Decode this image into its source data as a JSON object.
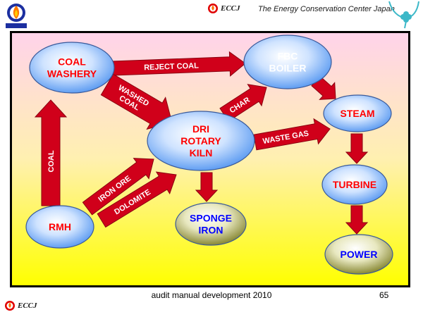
{
  "header": {
    "org_name": "The Energy Conservation Center Japan",
    "logo_text": "ECCJ"
  },
  "footer": {
    "text": "audit manual development 2010",
    "page_number": "65",
    "logo_text": "ECCJ"
  },
  "nodes": [
    {
      "id": "coal-washery",
      "lines": [
        "COAL",
        "WASHERY"
      ],
      "fill": "blue",
      "text_color": "#ff0000"
    },
    {
      "id": "fbc-boiler",
      "lines": [
        "FBC",
        "BOILER"
      ],
      "fill": "blue",
      "text_color": "#ffffff"
    },
    {
      "id": "steam",
      "lines": [
        "STEAM"
      ],
      "fill": "blue",
      "text_color": "#ff0000"
    },
    {
      "id": "dri-rotary-kiln",
      "lines": [
        "DRI",
        "ROTARY",
        "KILN"
      ],
      "fill": "blue",
      "text_color": "#ff0000"
    },
    {
      "id": "turbine",
      "lines": [
        "TURBINE"
      ],
      "fill": "blue",
      "text_color": "#ff0000"
    },
    {
      "id": "rmh",
      "lines": [
        "RMH"
      ],
      "fill": "blue",
      "text_color": "#ff0000"
    },
    {
      "id": "sponge-iron",
      "lines": [
        "SPONGE",
        "IRON"
      ],
      "fill": "olive",
      "text_color": "#0000ff"
    },
    {
      "id": "power",
      "lines": [
        "POWER"
      ],
      "fill": "olive",
      "text_color": "#0000ff"
    }
  ],
  "arrows": [
    {
      "id": "reject-coal",
      "label": "REJECT COAL"
    },
    {
      "id": "washed-coal",
      "label": "WASHED COAL",
      "lines": [
        "WASHED",
        "COAL"
      ]
    },
    {
      "id": "char",
      "label": "CHAR"
    },
    {
      "id": "waste-gas",
      "label": "WASTE GAS"
    },
    {
      "id": "coal",
      "label": "COAL"
    },
    {
      "id": "iron-ore",
      "label": "IRON ORE"
    },
    {
      "id": "dolomite",
      "label": "DOLOMITE"
    },
    {
      "id": "boiler-to-steam",
      "label": ""
    },
    {
      "id": "steam-to-turbine",
      "label": ""
    },
    {
      "id": "turbine-to-power",
      "label": ""
    },
    {
      "id": "kiln-to-sponge",
      "label": ""
    }
  ],
  "colors": {
    "arrow": "#d0001a",
    "arrow_text": "#ffffff",
    "slide_top": "#ffd3ea",
    "slide_bottom": "#ffff00"
  }
}
